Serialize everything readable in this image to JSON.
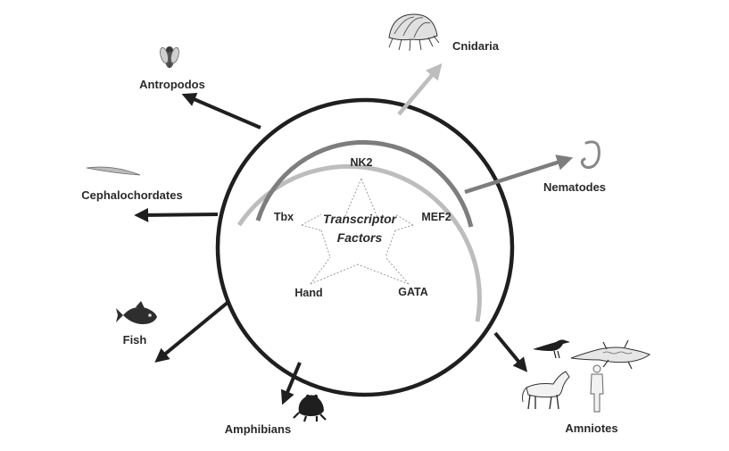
{
  "center": {
    "line1": "Transcriptor",
    "line2": "Factors"
  },
  "factors": {
    "nk2": "NK2",
    "tbx": "Tbx",
    "mef2": "MEF2",
    "hand": "Hand",
    "gata": "GATA"
  },
  "taxa": {
    "antropodos": "Antropodos",
    "cnidaria": "Cnidaria",
    "nematodes": "Nematodes",
    "cephalochordates": "Cephalochordates",
    "fish": "Fish",
    "amphibians": "Amphibians",
    "amniotes": "Amniotes"
  },
  "icons": {
    "antropodos": "fly-icon",
    "cnidaria": "jellyfish-icon",
    "nematodes": "worm-icon",
    "cephalochordates": "lancelet-icon",
    "fish": "fish-icon",
    "amphibians": "frog-icon",
    "amniotes": [
      "bird-icon",
      "lizard-icon",
      "horse-icon",
      "human-icon"
    ]
  },
  "colors": {
    "arrow_dark": "#1f1f1f",
    "arc_gray": "#7d7d7d",
    "arc_light": "#bdbdbd",
    "star_lines": "#9a9a9a"
  }
}
